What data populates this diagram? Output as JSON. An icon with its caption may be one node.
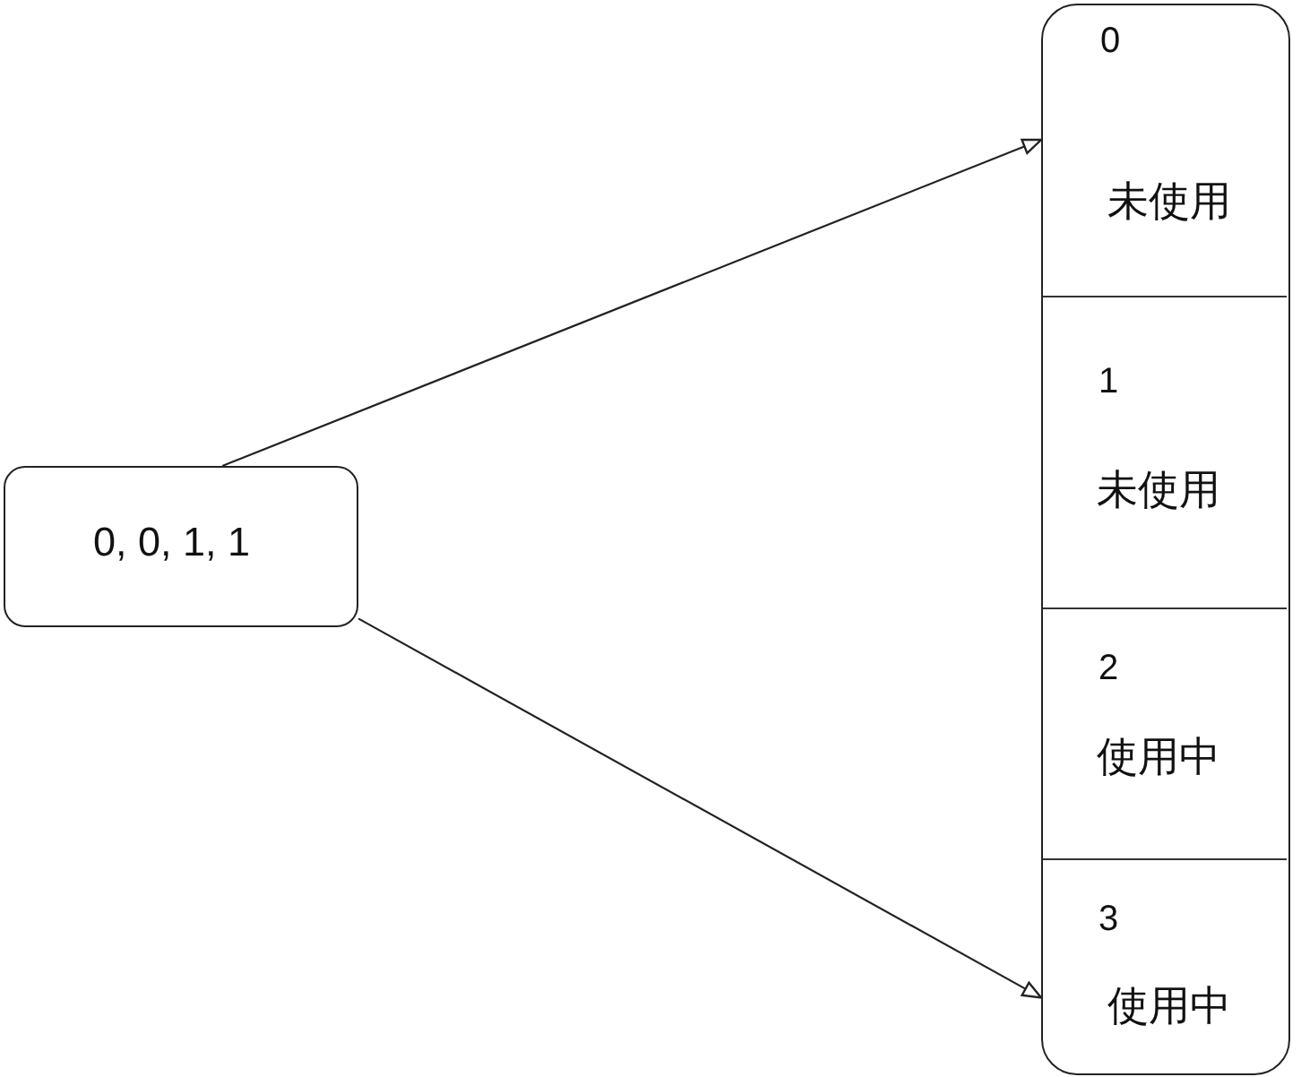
{
  "diagram": {
    "nodes": [
      {
        "text": [
          "0, 0, 1, 1"
        ]
      },
      {
        "text": [],
        "shape": "box"
      },
      {
        "text": [
          "0",
          "未使用"
        ],
        "in": 1
      },
      {
        "text": [
          "1",
          "未使用"
        ],
        "in": 1
      },
      {
        "text": [
          "2",
          "使用中"
        ],
        "in": 1
      },
      {
        "text": [
          "3",
          "使用中"
        ],
        "in": 1
      }
    ],
    "edges": [
      {
        "from": 0,
        "to": 2,
        "arrow": "to"
      },
      {
        "from": 0,
        "to": 5,
        "arrow": "to"
      }
    ]
  }
}
